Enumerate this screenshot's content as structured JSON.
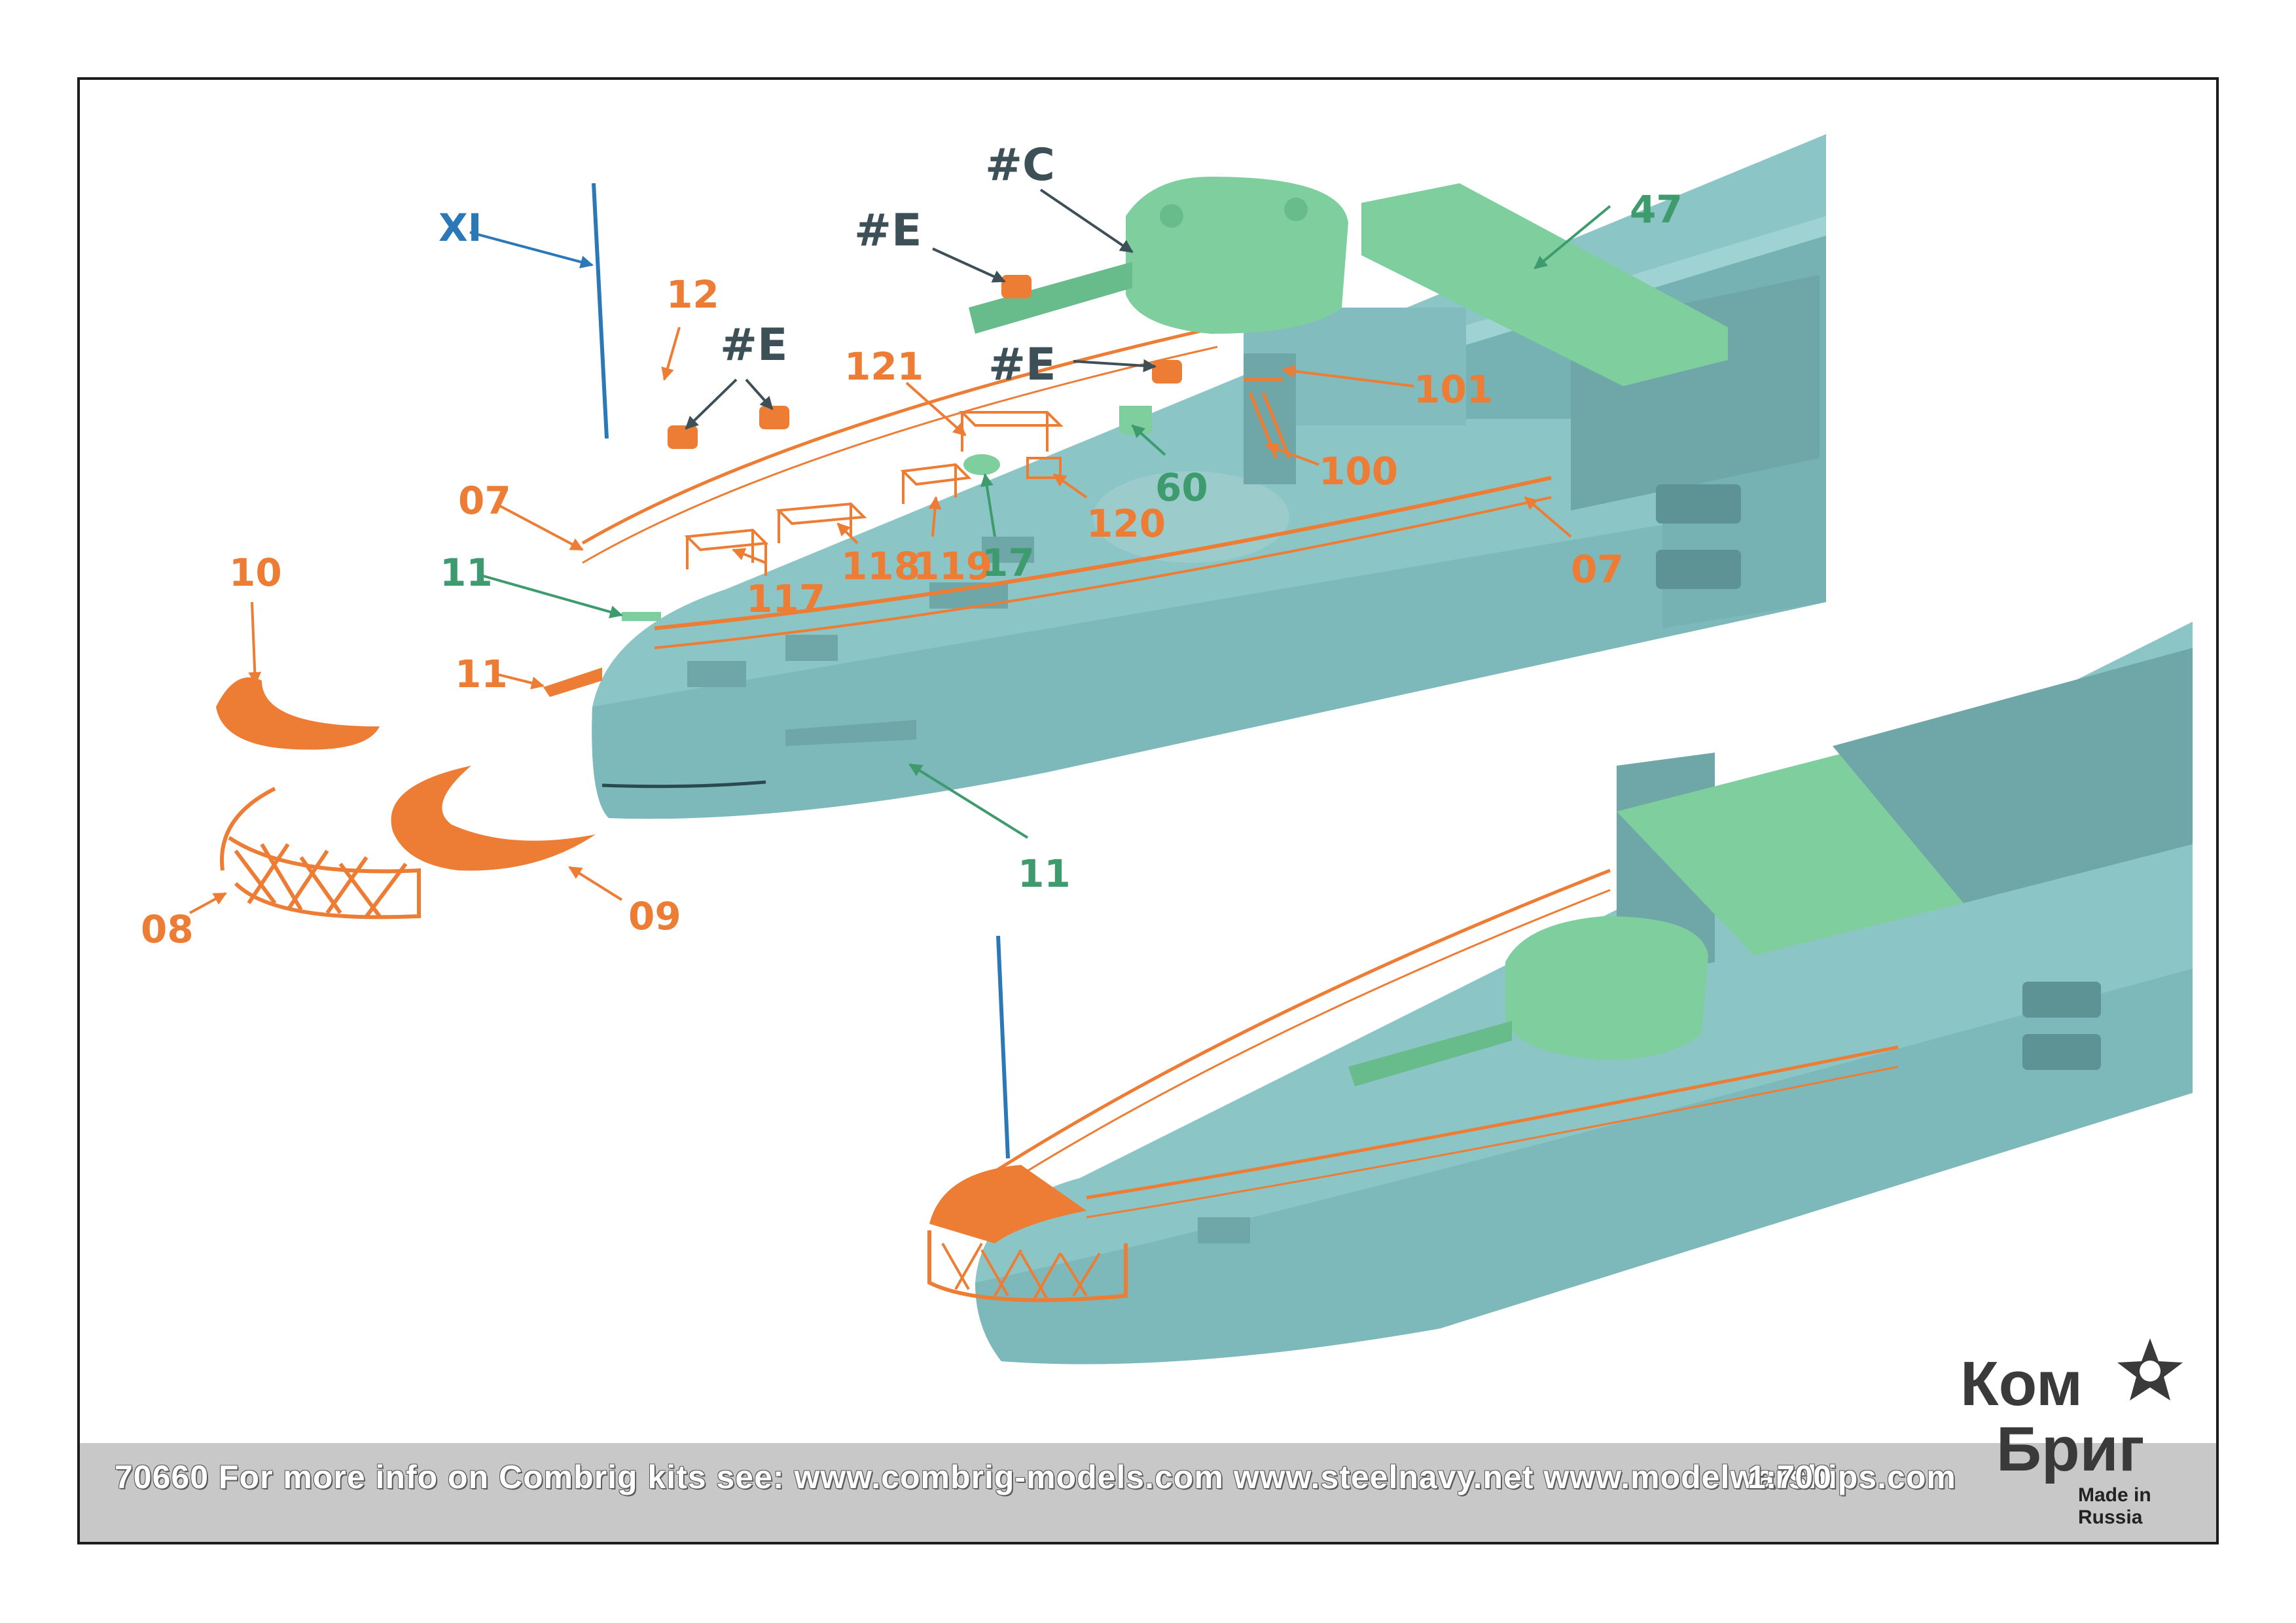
{
  "colors": {
    "hull": "#8cc5c6",
    "hull_dark": "#6fa7a8",
    "hull_shadow": "#5e9395",
    "green_part": "#7ecf9d",
    "orange_part": "#ed7d35",
    "blue_part": "#2a78b8",
    "dark_label": "#3d5058",
    "green_label": "#3d9b6e"
  },
  "labels": {
    "xi": "XI",
    "hash_c": "#C",
    "hash_e_top": "#E",
    "hash_e_left": "#E",
    "hash_e_mid": "#E",
    "p12": "12",
    "p121": "121",
    "p47": "47",
    "p101": "101",
    "p100": "100",
    "p60": "60",
    "p07_left": "07",
    "p07_right": "07",
    "p120": "120",
    "p117": "117",
    "p118": "118",
    "p119": "119",
    "p17": "17",
    "p10": "10",
    "p11_green_top": "11",
    "p11_orange": "11",
    "p11_green_bottom": "11",
    "p08": "08",
    "p09": "09"
  },
  "footer": {
    "info": "70660 For more info on Combrig kits see: www.combrig-models.com www.steelnavy.net www.modelwarships.com",
    "scale": "1:700"
  },
  "logo": {
    "line1": "Ком",
    "line2": "Бриг",
    "tagline": "Made in Russia",
    "icon": "star-logo-icon"
  }
}
